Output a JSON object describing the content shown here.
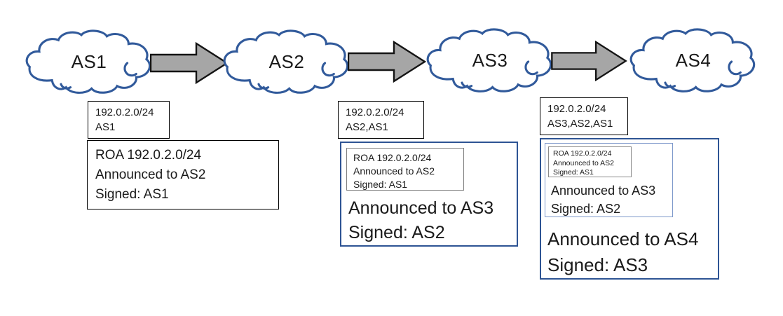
{
  "clouds": [
    {
      "label": "AS1"
    },
    {
      "label": "AS2"
    },
    {
      "label": "AS3"
    },
    {
      "label": "AS4"
    }
  ],
  "arrows": [
    {
      "name": "as1-to-as2",
      "direction": "right"
    },
    {
      "name": "as2-to-as3",
      "direction": "right"
    },
    {
      "name": "as3-to-as4",
      "direction": "right"
    }
  ],
  "columns": [
    {
      "route_box": {
        "lines": [
          "192.0.2.0/24",
          "AS1"
        ]
      },
      "roa_box": {
        "lines": [
          "ROA 192.0.2.0/24",
          "Announced to AS2",
          "Signed: AS1"
        ]
      }
    },
    {
      "route_box": {
        "lines": [
          "192.0.2.0/24",
          "AS2,AS1"
        ]
      },
      "roa_box": {
        "lines": [
          "ROA 192.0.2.0/24",
          "Announced to AS2",
          "Signed: AS1"
        ]
      },
      "announcement": {
        "lines": [
          "Announced to AS3",
          "Signed: AS2"
        ]
      }
    },
    {
      "route_box": {
        "lines": [
          "192.0.2.0/24",
          "AS3,AS2,AS1"
        ]
      },
      "roa_box": {
        "lines": [
          "ROA 192.0.2.0/24",
          "Announced to AS2",
          "Signed: AS1"
        ]
      },
      "mid_announcement": {
        "lines": [
          "Announced to AS3",
          "Signed: AS2"
        ]
      },
      "announcement": {
        "lines": [
          "Announced to AS4",
          "Signed: AS3"
        ]
      }
    }
  ],
  "colors": {
    "cloud_stroke": "#315a9b",
    "arrow_fill": "#a6a6a6",
    "arrow_stroke": "#141414",
    "dark_blue_border": "#2e5494",
    "light_blue_border": "#7e99cb",
    "gray_border": "#7f7f7f",
    "black_border": "#000000",
    "text": "#1a1a1a"
  }
}
